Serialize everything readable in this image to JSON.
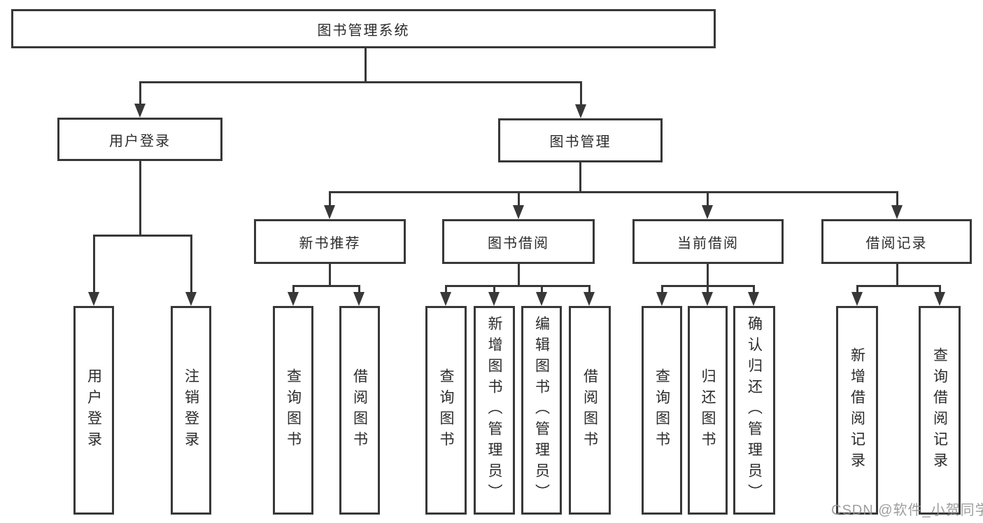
{
  "diagram": {
    "root": {
      "label": "图书管理系统"
    },
    "level2": [
      {
        "label": "用户登录"
      },
      {
        "label": "图书管理"
      }
    ],
    "level3": [
      {
        "label": "新书推荐"
      },
      {
        "label": "图书借阅"
      },
      {
        "label": "当前借阅"
      },
      {
        "label": "借阅记录"
      }
    ],
    "leaves": [
      {
        "label": "用户登录"
      },
      {
        "label": "注销登录"
      },
      {
        "label": "查询图书"
      },
      {
        "label": "借阅图书"
      },
      {
        "label": "查询图书"
      },
      {
        "label": "新增图书（管理员）"
      },
      {
        "label": "编辑图书（管理员）"
      },
      {
        "label": "借阅图书"
      },
      {
        "label": "查询图书"
      },
      {
        "label": "归还图书"
      },
      {
        "label": "确认归还（管理员）"
      },
      {
        "label": "新增借阅记录"
      },
      {
        "label": "查询借阅记录"
      }
    ],
    "watermark": "CSDN @软件_小贺同学",
    "colors": {
      "line": "#383838",
      "text": "#2b2b2b",
      "watermark": "#949494"
    }
  }
}
